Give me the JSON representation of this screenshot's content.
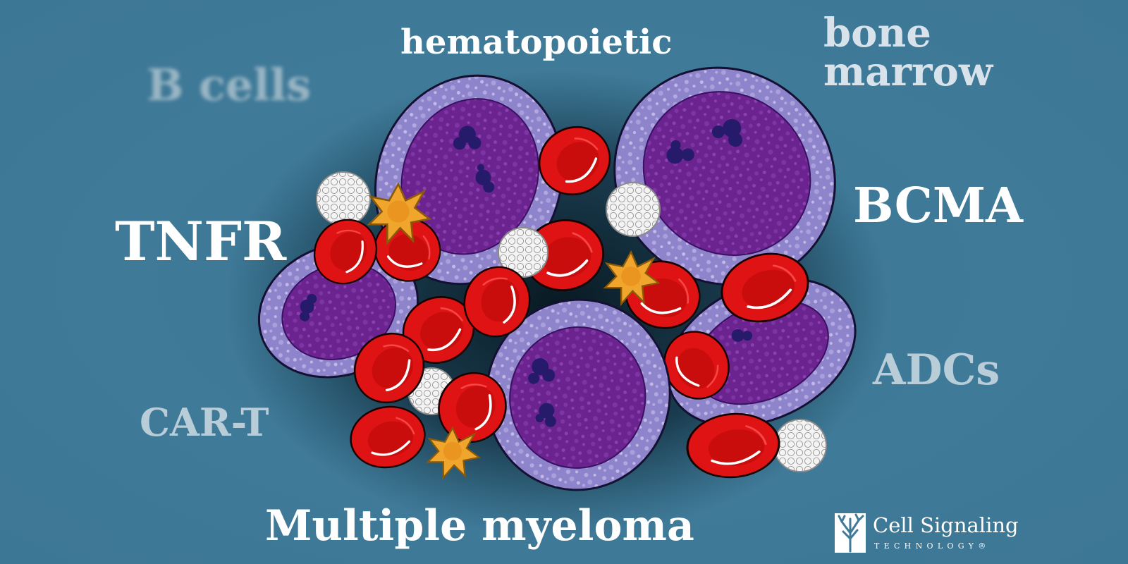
{
  "keywords": {
    "hematopoietic": "hematopoietic",
    "bone_marrow": [
      "bone",
      "marrow"
    ],
    "b_cells": "B cells",
    "tnfr": "TNFR",
    "bcma": "BCMA",
    "adcs": "ADCs",
    "car_t": "CAR-T",
    "title": "Multiple myeloma"
  },
  "logo": {
    "name": "Cell Signaling",
    "subtitle": "TECHNOLOGY®"
  },
  "colors": {
    "background": "#3f7a98",
    "plasma_cell_cytoplasm": "#8e84cc",
    "plasma_cell_nucleus": "#6b2390",
    "red_blood_cell": "#e01414",
    "platelet": "#f3ab2e",
    "white_cell": "#f6f6f6"
  }
}
